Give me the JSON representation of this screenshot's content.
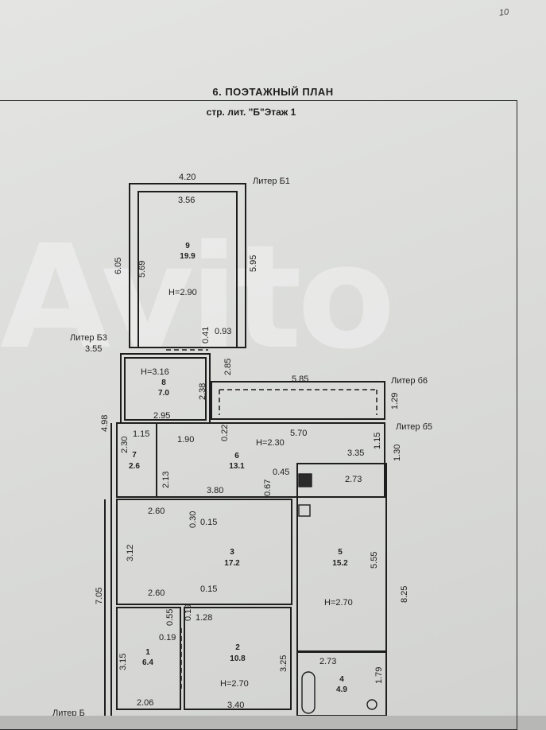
{
  "page_number": "10",
  "title": "6. ПОЭТАЖНЫЙ ПЛАН",
  "subtitle": "стр. лит. \"Б\"Этаж 1",
  "watermark": "Avito",
  "liter_labels": {
    "b1": "Литер Б1",
    "b3": "Литер Б3",
    "b6": "Литер б6",
    "b5": "Литер б5",
    "b": "Литер Б"
  },
  "rooms": [
    {
      "num": "9",
      "area": "19.9",
      "height": "H=2.90"
    },
    {
      "num": "8",
      "area": "7.0",
      "height": "H=3.16"
    },
    {
      "num": "7",
      "area": "2.6"
    },
    {
      "num": "6",
      "area": "13.1",
      "height": "H=2.30"
    },
    {
      "num": "5",
      "area": "15.2",
      "height": "H=2.70"
    },
    {
      "num": "3",
      "area": "17.2"
    },
    {
      "num": "1",
      "area": "6.4"
    },
    {
      "num": "2",
      "area": "10.8",
      "height": "H=2.70"
    },
    {
      "num": "4",
      "area": "4.9"
    }
  ],
  "dims": {
    "d420": "4.20",
    "d356": "3.56",
    "d605": "6.05",
    "d569": "5.69",
    "d595": "5.95",
    "d041": "0.41",
    "d093": "0.93",
    "d355": "3.55",
    "d285": "2.85",
    "d238": "2.38",
    "d295": "2.95",
    "d585": "5.85",
    "d129": "1.29",
    "d498": "4.98",
    "d230a": "2.30",
    "d115a": "1.15",
    "d190": "1.90",
    "d022": "0.22",
    "d570": "5.70",
    "d115b": "1.15",
    "d130": "1.30",
    "d213": "2.13",
    "d335": "3.35",
    "d273a": "2.73",
    "d067": "0.67",
    "d045": "0.45",
    "d380": "3.80",
    "d260a": "2.60",
    "d030": "0.30",
    "d015a": "0.15",
    "d312": "3.12",
    "d555": "5.55",
    "d825": "8.25",
    "d705": "7.05",
    "d260b": "2.60",
    "d015b": "0.15",
    "d055": "0.55",
    "d128": "1.28",
    "d019a": "0.19",
    "d019b": "0.19",
    "d315": "3.15",
    "d325": "3.25",
    "d273b": "2.73",
    "d179": "1.79",
    "d206": "2.06",
    "d340": "3.40"
  }
}
